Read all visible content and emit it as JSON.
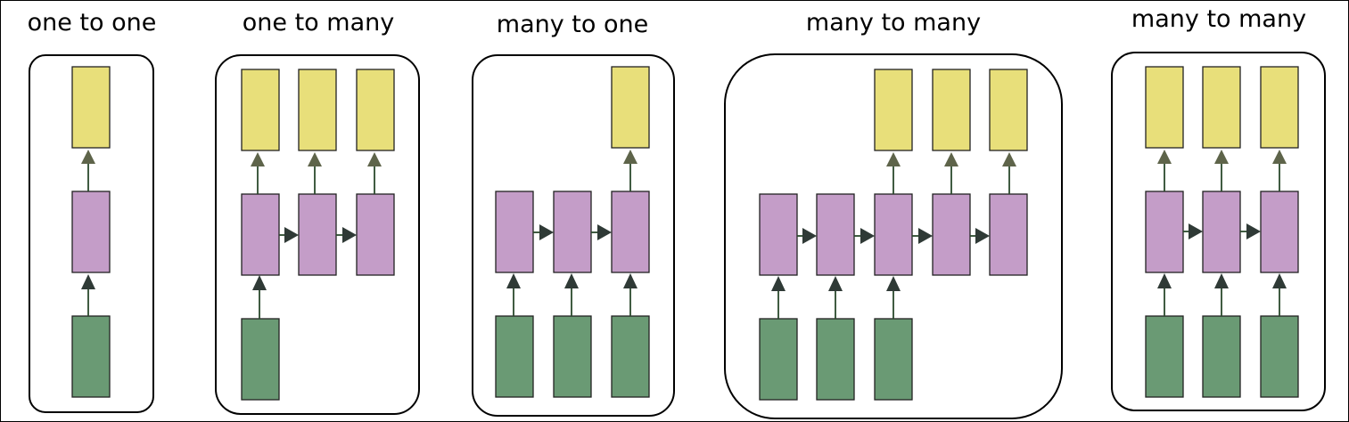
{
  "panels": [
    {
      "title": "one to one"
    },
    {
      "title": "one to many"
    },
    {
      "title": "many to one"
    },
    {
      "title": "many to many"
    },
    {
      "title": "many to many"
    }
  ],
  "colors": {
    "output_box": "#e8df7a",
    "hidden_box": "#c49dc8",
    "input_box": "#6a9a74",
    "arrow_up_olive": "#5e644a",
    "arrow_dark": "#2f3a36"
  }
}
